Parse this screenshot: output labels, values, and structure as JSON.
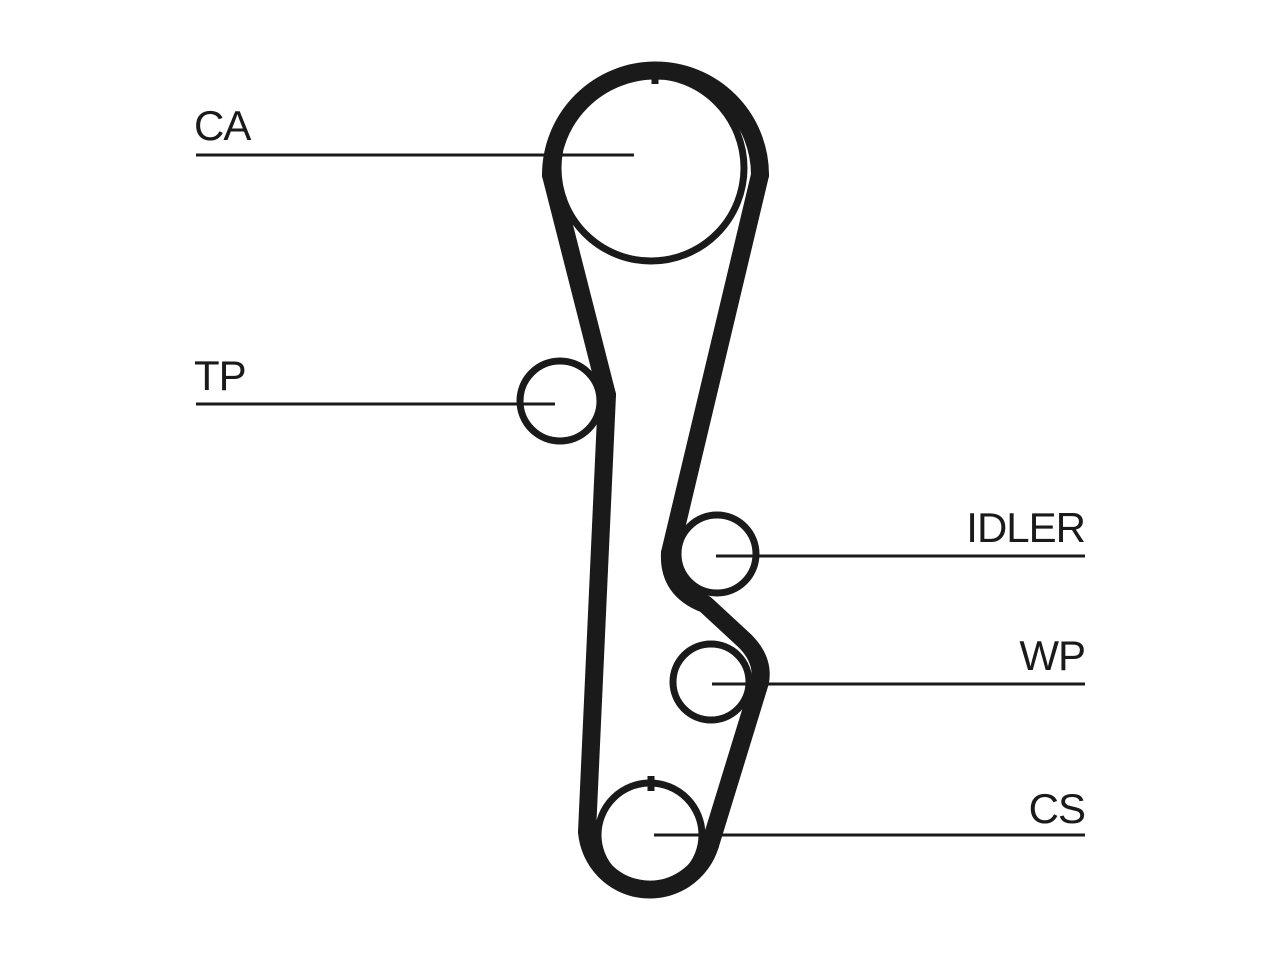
{
  "diagram": {
    "colors": {
      "line": "#1a1a1a",
      "background": "#ffffff"
    },
    "labels": {
      "ca": "CA",
      "tp": "TP",
      "idler": "IDLER",
      "wp": "WP",
      "cs": "CS"
    }
  }
}
